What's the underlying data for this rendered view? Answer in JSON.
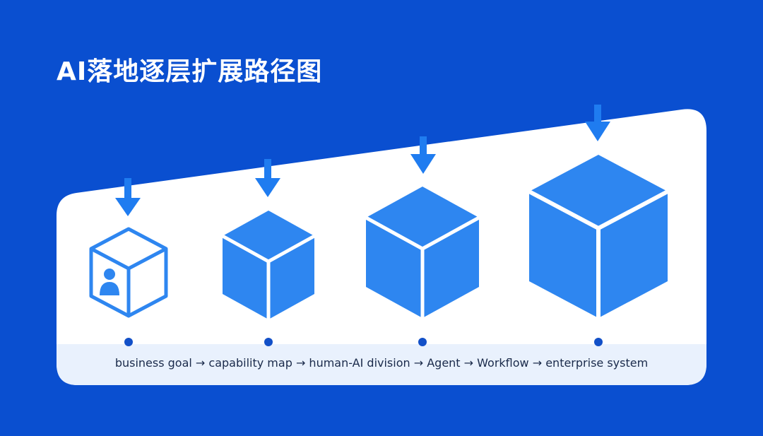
{
  "title": "AI落地逐层扩展路径图",
  "path_label": "business goal → capability map → human-AI division → Agent → Workflow → enterprise system",
  "colors": {
    "background": "#0a4fd0",
    "panel": "#ffffff",
    "panel_strip": "#e9f1fd",
    "cube": "#2e86f0",
    "arrow": "#1f7cf0",
    "dot": "#1250c8",
    "text": "#1a2a4a"
  },
  "icons": [
    "down-arrow-icon",
    "cube-icon",
    "person-icon",
    "dot"
  ]
}
